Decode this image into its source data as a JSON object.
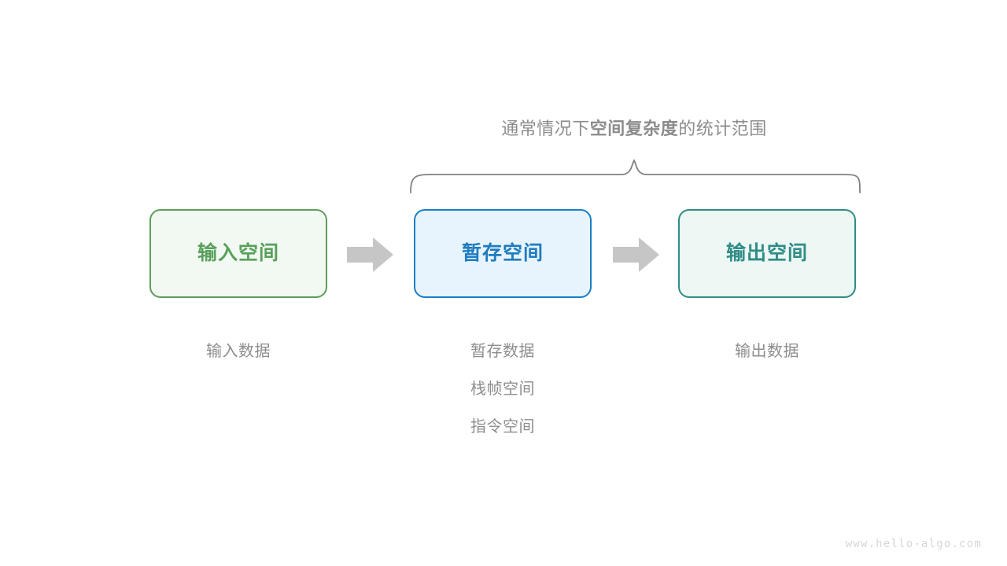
{
  "diagram": {
    "scope_note": {
      "lead": "通常情况下",
      "emphasis": "空间复杂度",
      "tail": "的统计范围"
    },
    "boxes": [
      {
        "id": "input",
        "label": "输入空间",
        "border_color": "#5c9e5c",
        "fill_color": "#f2f8f2",
        "text_color": "#58a05b"
      },
      {
        "id": "temp",
        "label": "暂存空间",
        "border_color": "#1a7fc4",
        "fill_color": "#e8f4fd",
        "text_color": "#1e7cc0"
      },
      {
        "id": "output",
        "label": "输出空间",
        "border_color": "#2f8c86",
        "fill_color": "#edf7f4",
        "text_color": "#2f8c86"
      }
    ],
    "arrows": [
      {
        "id": "arrow-1",
        "from": "input",
        "to": "temp",
        "color": "#c6c6c6"
      },
      {
        "id": "arrow-2",
        "from": "temp",
        "to": "output",
        "color": "#c6c6c6"
      }
    ],
    "captions": {
      "input": [
        "输入数据"
      ],
      "temp": [
        "暂存数据",
        "栈帧空间",
        "指令空间"
      ],
      "output": [
        "输出数据"
      ]
    },
    "brace": {
      "color": "#808080",
      "spans": [
        "temp",
        "output"
      ]
    },
    "watermark": "www.hello-algo.com"
  }
}
